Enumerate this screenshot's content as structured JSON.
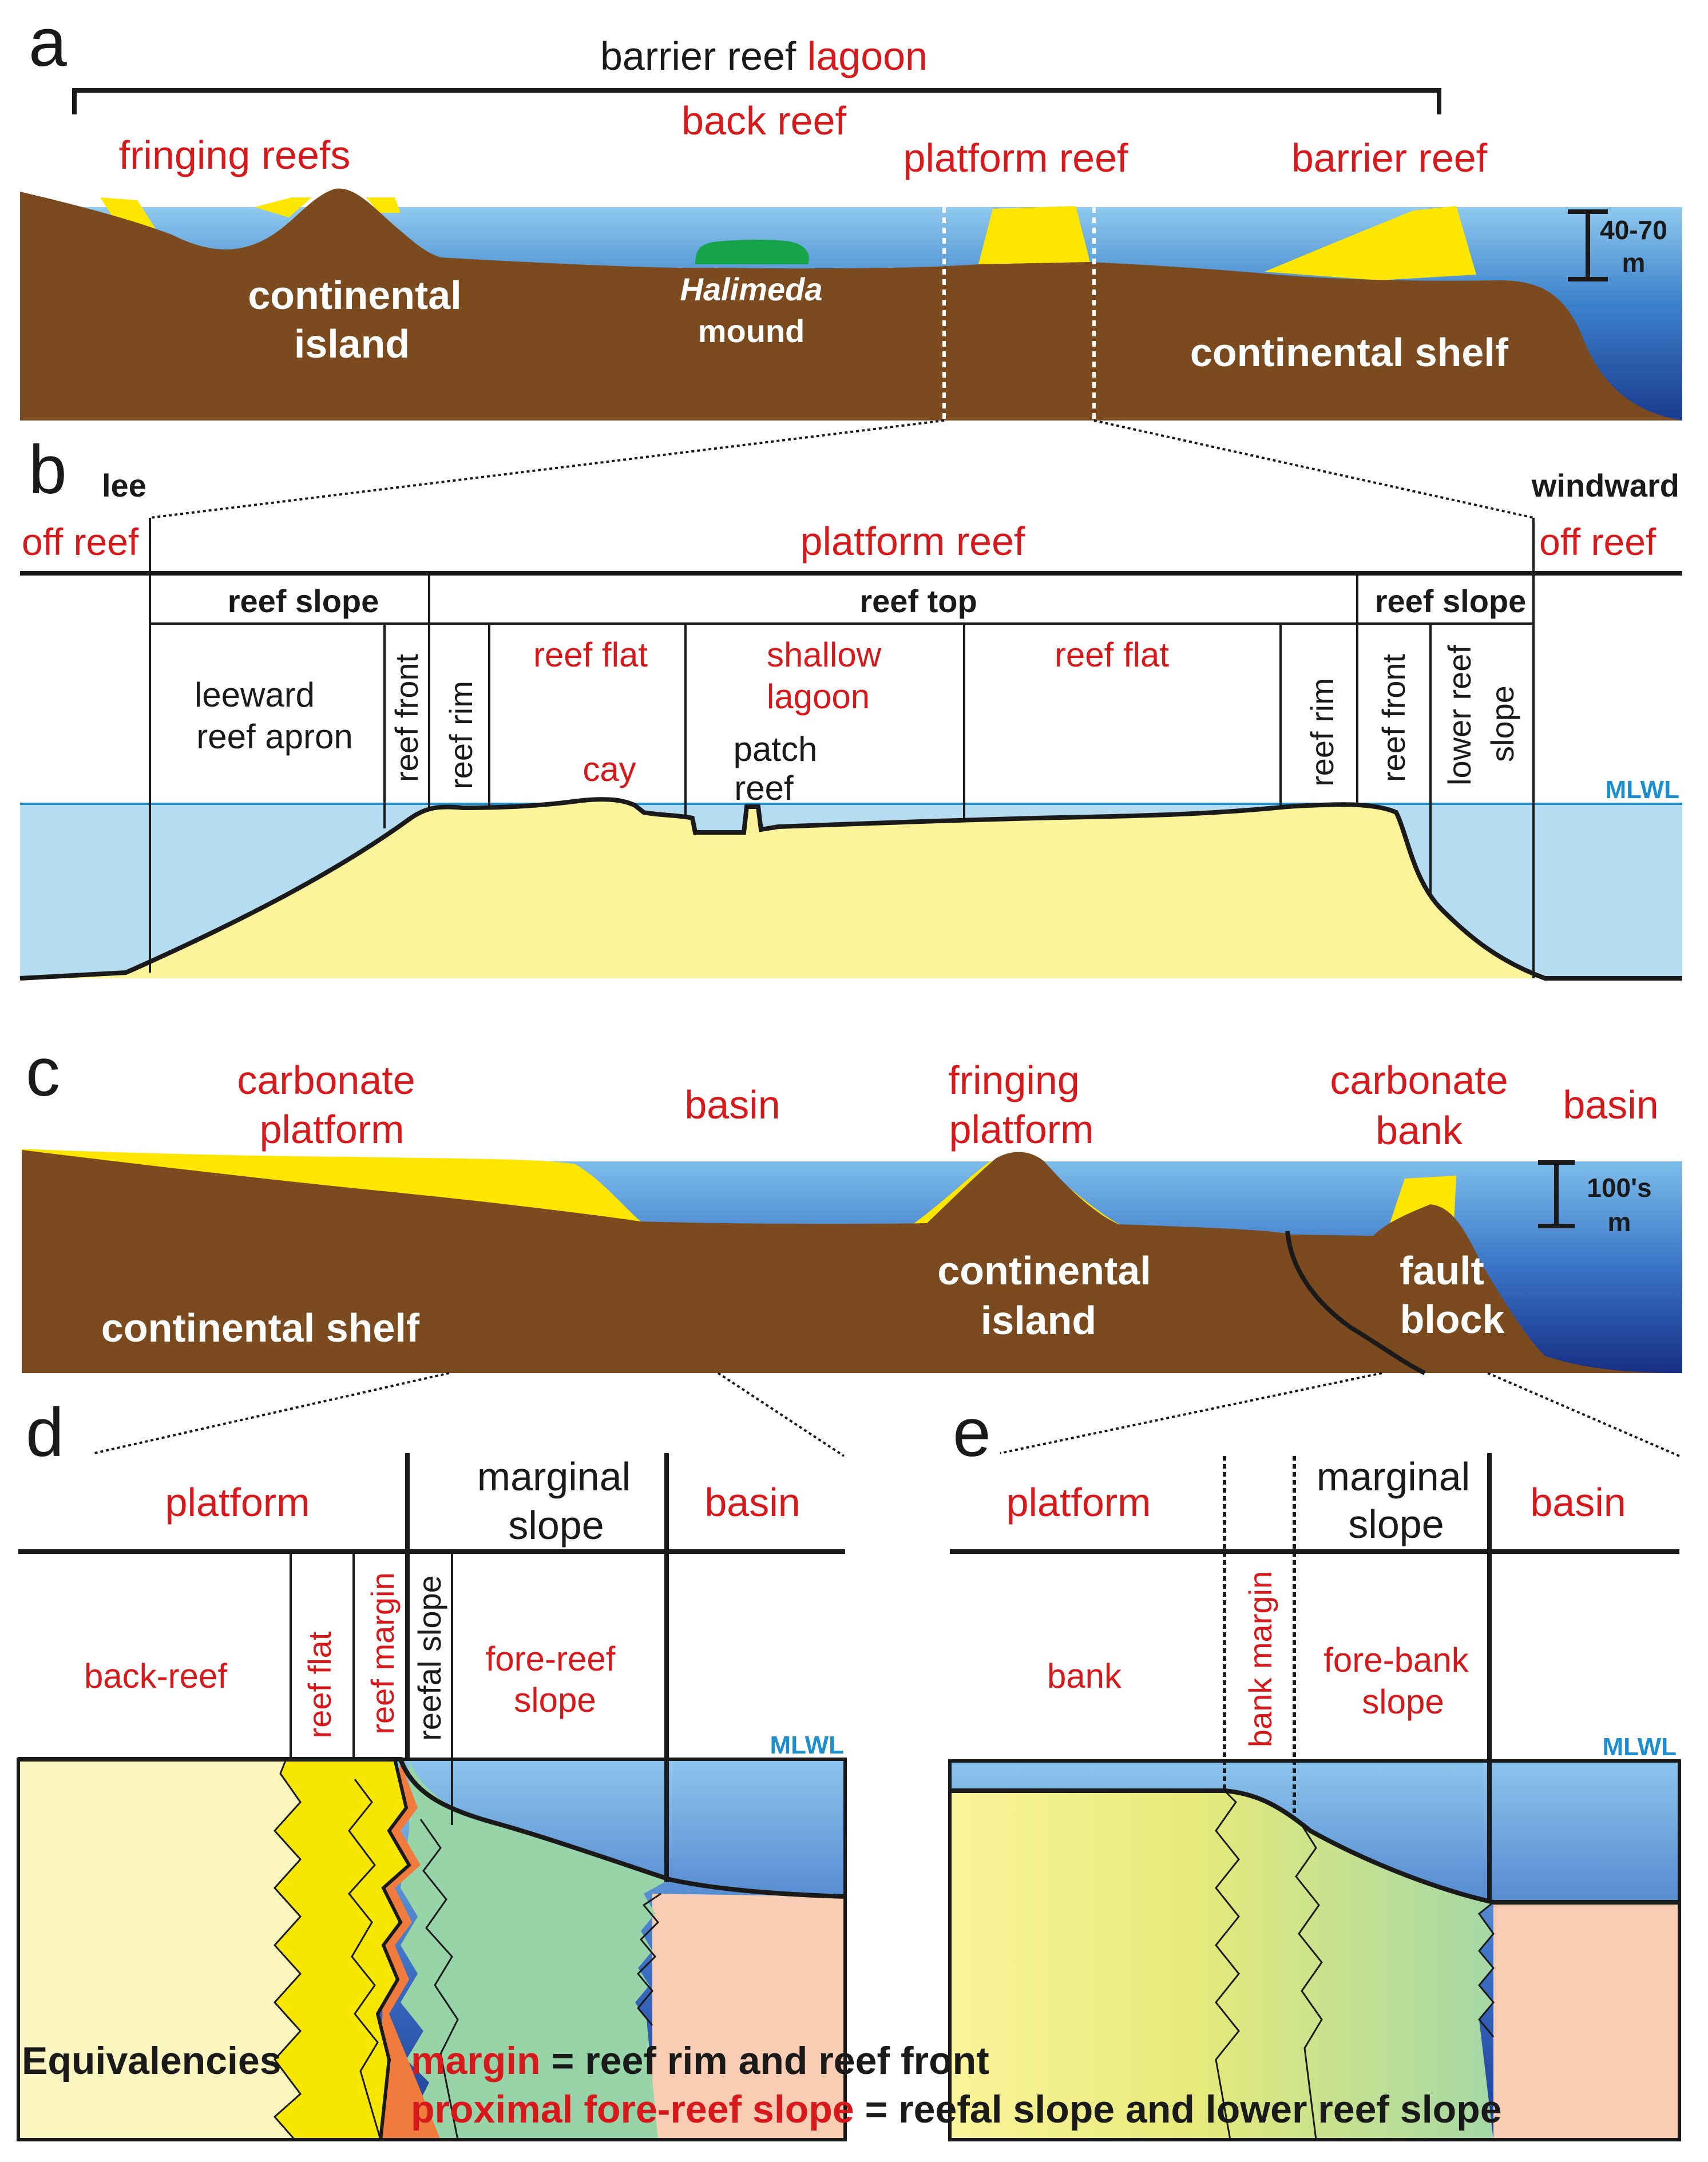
{
  "panels": {
    "a": "a",
    "b": "b",
    "c": "c",
    "d": "d",
    "e": "e"
  },
  "labels_a": {
    "barrier_reef": "barrier reef",
    "lagoon": "lagoon",
    "back_reef": "back reef",
    "fringing_reefs": "fringing reefs",
    "platform_reef": "platform reef",
    "barrier_reef_right": "barrier reef",
    "continental": "continental",
    "island": "island",
    "halimeda": "Halimeda",
    "mound": "mound",
    "continental_shelf": "continental shelf",
    "scale_value": "40-70",
    "scale_unit": "m"
  },
  "labels_b": {
    "lee": "lee",
    "windward": "windward",
    "off_reef_left": "off reef",
    "off_reef_right": "off reef",
    "platform_reef": "platform reef",
    "reef_slope_left": "reef slope",
    "reef_top": "reef top",
    "reef_slope_right": "reef slope",
    "leeward": "leeward",
    "reef_apron": "reef apron",
    "reef_front_left": "reef front",
    "reef_rim_left": "reef rim",
    "reef_flat_left": "reef flat",
    "cay": "cay",
    "shallow": "shallow",
    "lagoon": "lagoon",
    "patch": "patch",
    "reef": "reef",
    "reef_flat_right": "reef flat",
    "reef_rim_right": "reef rim",
    "reef_front_right": "reef front",
    "lower_reef": "lower reef",
    "slope": "slope",
    "mlwl": "MLWL"
  },
  "labels_c": {
    "carbonate": "carbonate",
    "platform": "platform",
    "basin_mid": "basin",
    "fringing": "fringing",
    "platform2": "platform",
    "carbonate2": "carbonate",
    "bank": "bank",
    "basin_right": "basin",
    "continental_shelf": "continental shelf",
    "continental": "continental",
    "island": "island",
    "fault": "fault",
    "block": "block",
    "scale_value": "100's",
    "scale_unit": "m"
  },
  "labels_d": {
    "platform": "platform",
    "marginal": "marginal",
    "slope": "slope",
    "basin": "basin",
    "back_reef": "back-reef",
    "reef_flat": "reef flat",
    "reef_margin": "reef margin",
    "reefal_slope": "reefal slope",
    "fore_reef": "fore-reef",
    "slope2": "slope",
    "mlwl": "MLWL"
  },
  "labels_e": {
    "platform": "platform",
    "marginal": "marginal",
    "slope": "slope",
    "basin": "basin",
    "bank": "bank",
    "bank_margin": "bank margin",
    "fore_bank": "fore-bank",
    "slope2": "slope",
    "mlwl": "MLWL"
  },
  "legend": {
    "title": "Equivalencies",
    "term1": "margin",
    "def1": " = reef rim and reef front",
    "term2": "proximal fore-reef slope",
    "def2": " = reefal slope and lower reef slope"
  },
  "colors": {
    "label_red": "#d7191c",
    "black": "#1a1a1a",
    "earth": "#7b4a1e",
    "reef_yellow": "#ffe600",
    "sand": "#fbf49a",
    "shallow_water": "#b6dcf1",
    "mlwl_blue": "#1d8fd0",
    "halimeda_green": "#16a34a",
    "slope_green": "#97d4a8",
    "margin_yellow": "#f7e600",
    "orange": "#f07b3c",
    "basin_pink": "#f8cdb4",
    "pale_yellow": "#fbf6c0"
  }
}
